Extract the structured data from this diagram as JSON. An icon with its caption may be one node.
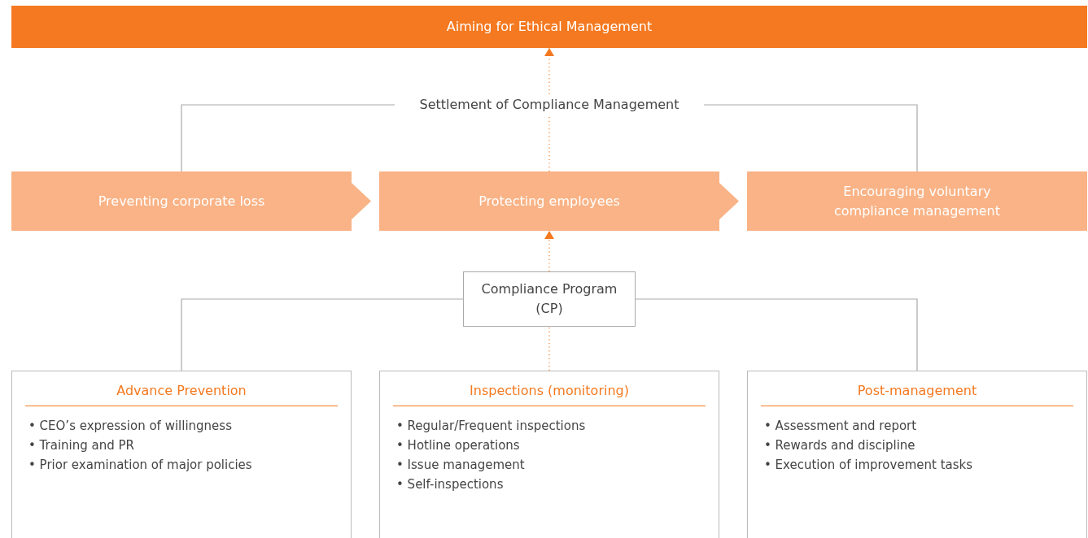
{
  "diagram": {
    "nodes": [
      {
        "text": [
          "Aiming for Ethical Management"
        ]
      },
      {
        "text": [
          "Settlement of Compliance Management"
        ]
      },
      {
        "text": [
          "Preventing corporate loss"
        ]
      },
      {
        "text": [
          "Protecting employees"
        ]
      },
      {
        "text": [
          "Encouraging voluntary compliance management"
        ]
      },
      {
        "text": [
          "Compliance Program (CP)"
        ]
      },
      {
        "text": [
          "Advance Prevention",
          "• CEO’s expression of willingness",
          "• Training and PR",
          "• Prior examination of major policies"
        ]
      },
      {
        "text": [
          "Inspections (monitoring)",
          "• Regular/Frequent inspections",
          "• Hotline operations",
          "• Issue management",
          "• Self-inspections"
        ]
      },
      {
        "text": [
          "Post-management",
          "• Assessment and report",
          "• Rewards and discipline",
          "• Execution of improvement tasks"
        ]
      }
    ],
    "edges": [
      {
        "from": 1,
        "to": 0,
        "arrow": "to",
        "style": "dashed",
        "color": "#f47920"
      },
      {
        "from": 1,
        "to": 2,
        "arrow": "none",
        "color": "#aaaaaa"
      },
      {
        "from": 1,
        "to": 4,
        "arrow": "none",
        "color": "#aaaaaa"
      },
      {
        "from": 3,
        "to": 1,
        "arrow": "none",
        "style": "dashed",
        "color": "#f47920"
      },
      {
        "from": 2,
        "to": 3,
        "arrow": "to",
        "color": "#f9b386"
      },
      {
        "from": 3,
        "to": 4,
        "arrow": "to",
        "color": "#f9b386"
      },
      {
        "from": 5,
        "to": 3,
        "arrow": "to",
        "style": "dashed",
        "color": "#f47920"
      },
      {
        "from": 5,
        "to": 6,
        "arrow": "none",
        "color": "#aaaaaa"
      },
      {
        "from": 5,
        "to": 8,
        "arrow": "none",
        "color": "#aaaaaa"
      },
      {
        "from": 7,
        "to": 5,
        "arrow": "none",
        "style": "dashed",
        "color": "#f47920"
      }
    ]
  }
}
